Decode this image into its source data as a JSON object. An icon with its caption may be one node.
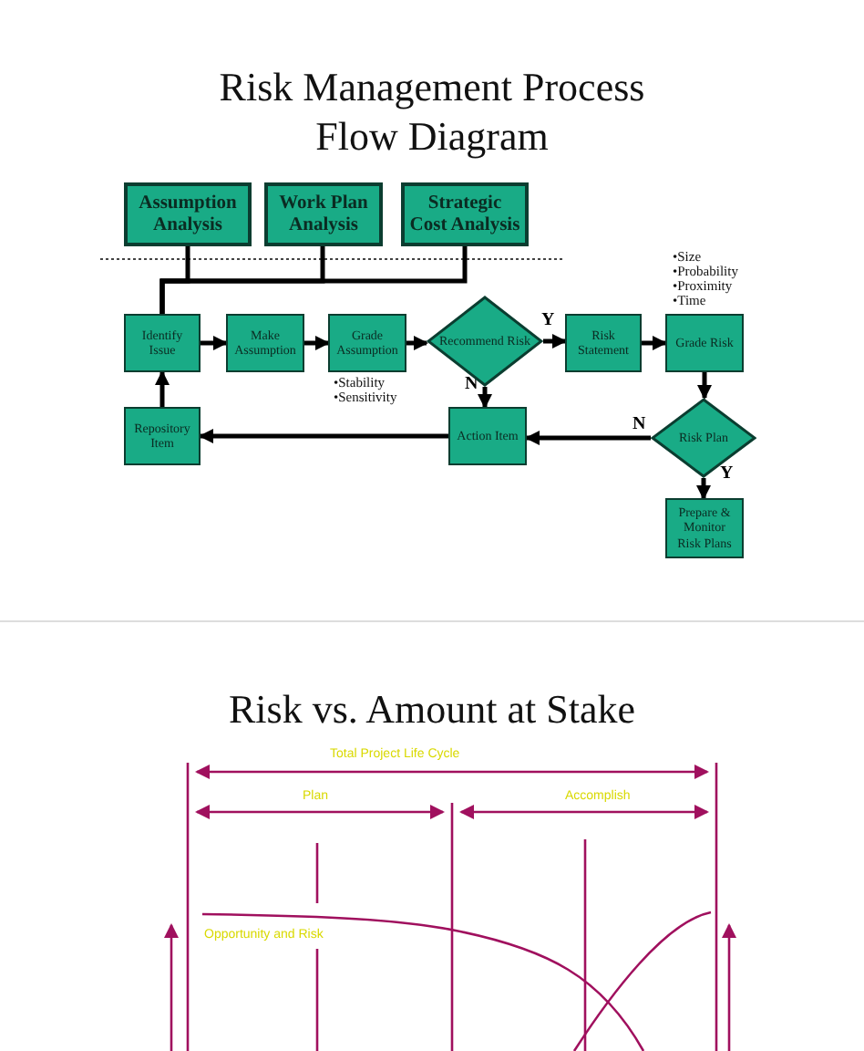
{
  "diagram": {
    "title": "Risk Management Process Flow Diagram",
    "nodes": [
      {
        "text": [
          "Assumption Analysis"
        ]
      },
      {
        "text": [
          "Work Plan Analysis"
        ]
      },
      {
        "text": [
          "Strategic Cost Analysis"
        ]
      },
      {
        "text": [
          "Identify Issue"
        ]
      },
      {
        "text": [
          "Make Assumption"
        ]
      },
      {
        "text": [
          "Grade Assumption"
        ],
        "beside": [
          "•Stability",
          "•Sensitivity"
        ]
      },
      {
        "text": [
          "Recommend Risk"
        ]
      },
      {
        "text": [
          "Risk Statement"
        ]
      },
      {
        "text": [
          "Grade Risk"
        ],
        "beside": [
          "•Size",
          "•Probability",
          "•Proximity",
          "•Time"
        ]
      },
      {
        "text": [
          "Risk Plan"
        ]
      },
      {
        "text": [
          "Action Item"
        ]
      },
      {
        "text": [
          "Repository Item"
        ]
      },
      {
        "text": [
          "Prepare & Monitor Risk Plans"
        ]
      }
    ],
    "edges": [
      {
        "from": 0,
        "to": 3,
        "arrow": "none"
      },
      {
        "from": 1,
        "to": 3,
        "arrow": "none"
      },
      {
        "from": 2,
        "to": 3,
        "arrow": "none"
      },
      {
        "from": 3,
        "to": 4,
        "arrow": "to"
      },
      {
        "from": 4,
        "to": 5,
        "arrow": "to"
      },
      {
        "from": 5,
        "to": 6,
        "arrow": "to"
      },
      {
        "from": 6,
        "to": 7,
        "arrow": "to",
        "label": "Y"
      },
      {
        "from": 7,
        "to": 8,
        "arrow": "to"
      },
      {
        "from": 8,
        "to": 9,
        "arrow": "to"
      },
      {
        "from": 9,
        "to": 10,
        "arrow": "to",
        "label": "N"
      },
      {
        "from": 6,
        "to": 10,
        "arrow": "to",
        "label": "N"
      },
      {
        "from": 10,
        "to": 11,
        "arrow": "to"
      },
      {
        "from": 11,
        "to": 3,
        "arrow": "to"
      },
      {
        "from": 9,
        "to": 12,
        "arrow": "to",
        "label": "Y"
      }
    ],
    "labels": [
      "Risk vs. Amount at Stake",
      "Total Project Life Cycle",
      "Plan",
      "Accomplish",
      "Opportunity and Risk"
    ]
  }
}
